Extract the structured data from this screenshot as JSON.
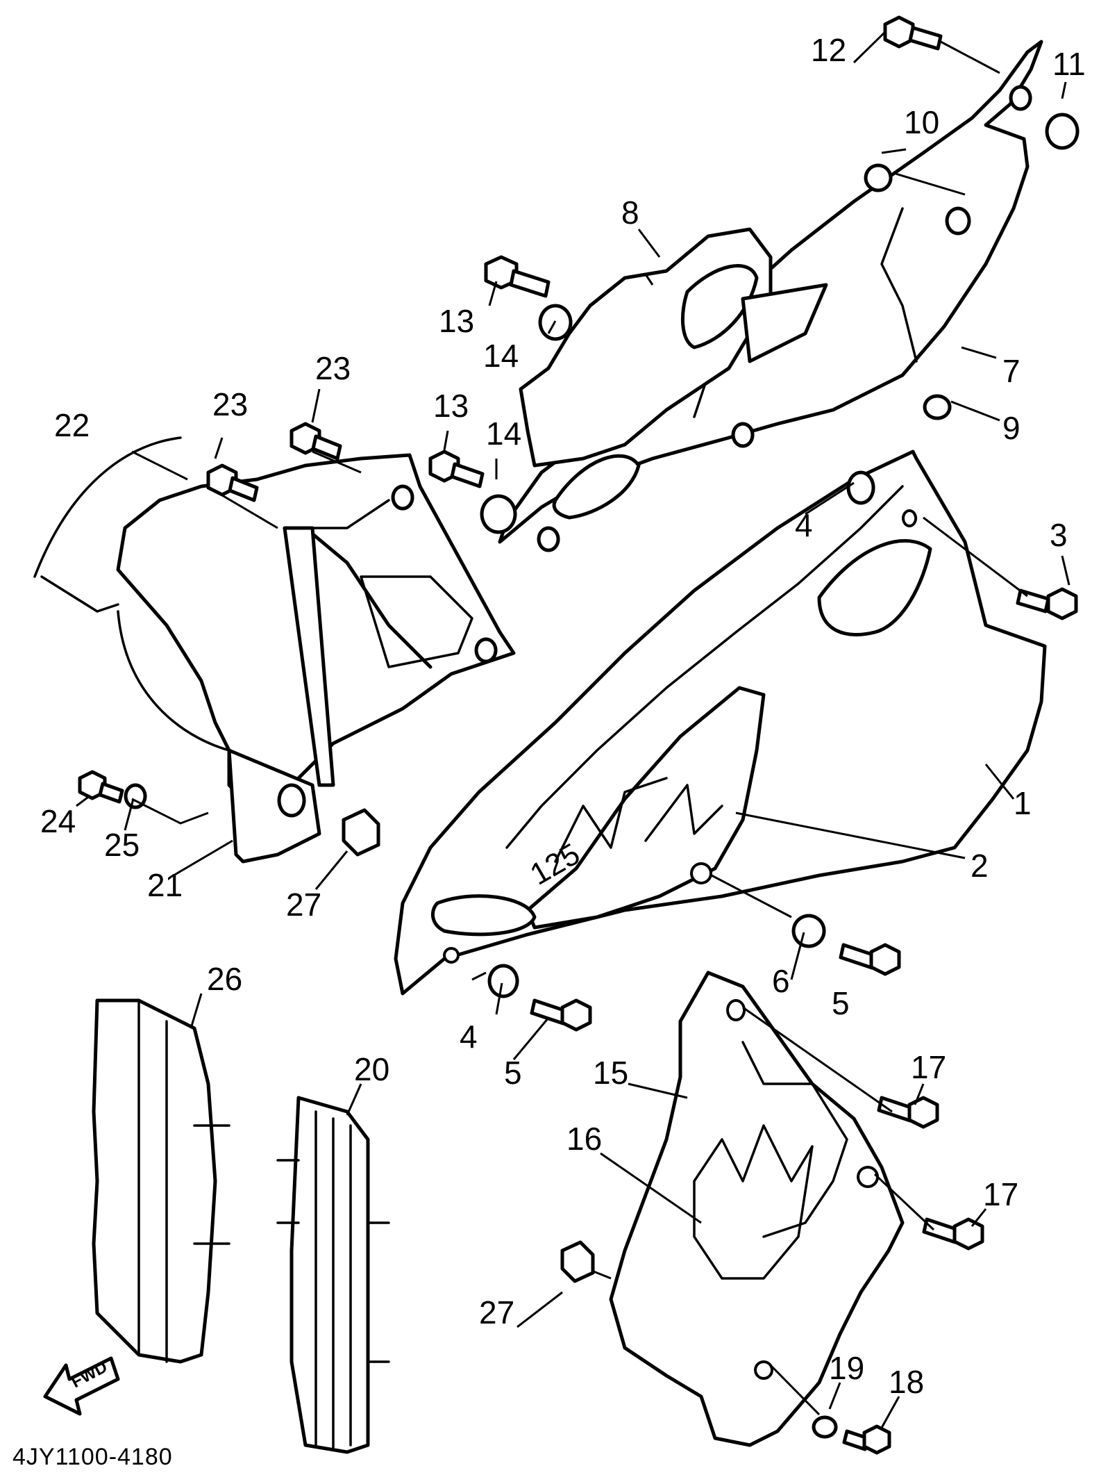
{
  "catalog_number": "4JY1100-4180",
  "fwd_label": "FWD",
  "callouts": [
    "1",
    "2",
    "3",
    "4",
    "4",
    "5",
    "5",
    "6",
    "7",
    "8",
    "9",
    "10",
    "11",
    "12",
    "13",
    "13",
    "14",
    "14",
    "15",
    "16",
    "17",
    "17",
    "18",
    "19",
    "20",
    "21",
    "22",
    "23",
    "23",
    "24",
    "25",
    "26",
    "27",
    "27"
  ],
  "badge_text": "125"
}
